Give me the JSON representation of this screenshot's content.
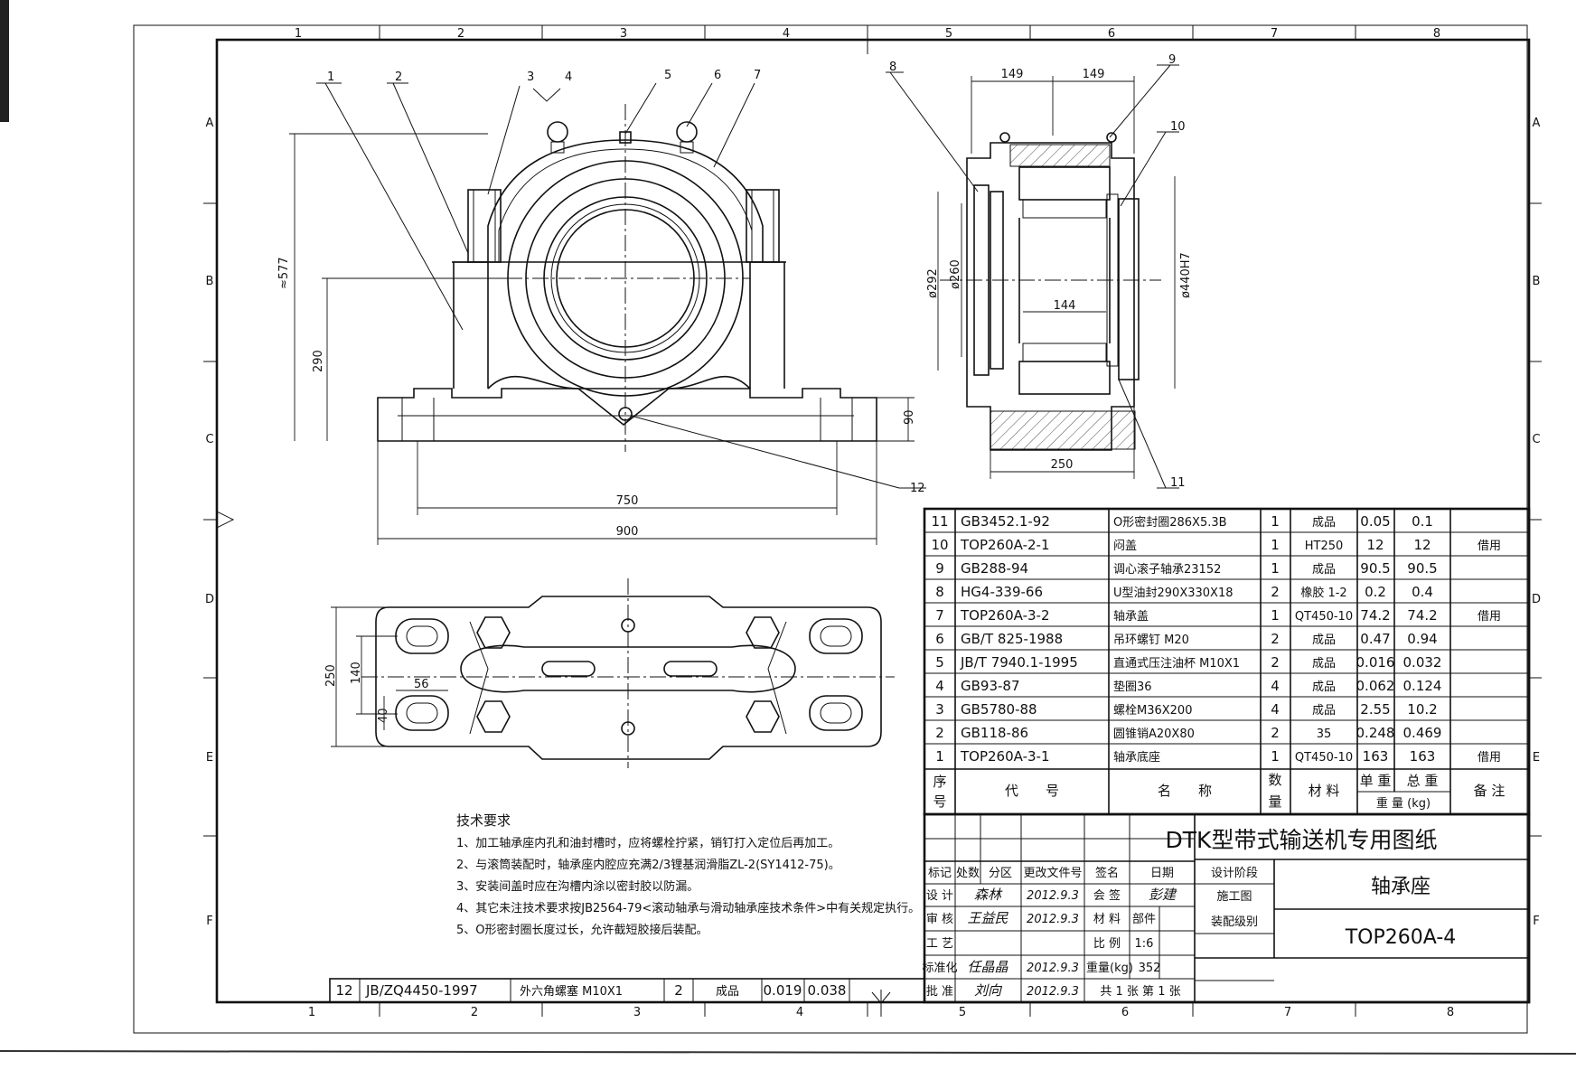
{
  "grid": {
    "top_cols": [
      "1",
      "2",
      "3",
      "4",
      "5",
      "6",
      "7",
      "8"
    ],
    "bottom_cols": [
      "1",
      "2",
      "3",
      "4",
      "5",
      "6",
      "7",
      "8"
    ],
    "rows": [
      "A",
      "B",
      "C",
      "D",
      "E",
      "F"
    ]
  },
  "front_view": {
    "callouts": [
      "1",
      "2",
      "3",
      "4",
      "5",
      "6",
      "7",
      "12"
    ],
    "dims": {
      "height_total": "≈577",
      "height_center": "290",
      "base_height": "90",
      "bolt_span": "750",
      "overall_length": "900"
    }
  },
  "side_view": {
    "callouts": [
      "8",
      "9",
      "10",
      "11"
    ],
    "dims": {
      "left_half": "149",
      "right_half": "149",
      "d292": "ø292",
      "d260": "ø260",
      "inner_width": "144",
      "bore": "ø440H7",
      "width": "250"
    }
  },
  "plan_view": {
    "dims": {
      "overall_width": "250",
      "bolt_spacing": "140",
      "slot_length": "56",
      "slot_width": "40"
    }
  },
  "tech_notes": {
    "title": "技术要求",
    "items": [
      "1、加工轴承座内孔和油封槽时，应将螺栓拧紧，销钉打入定位后再加工。",
      "2、与滚筒装配时，轴承座内腔应充满2/3锂基润滑脂ZL-2(SY1412-75)。",
      "3、安装间盖时应在沟槽内涂以密封胶以防漏。",
      "4、其它未注技术要求按JB2564-79<滚动轴承与滑动轴承座技术条件>中有关规定执行。",
      "5、O形密封圈长度过长，允许截短胶接后装配。"
    ]
  },
  "bom": {
    "rows": [
      {
        "no": "11",
        "code": "GB3452.1-92",
        "name": "O形密封圈286X5.3B",
        "qty": "1",
        "material": "成品",
        "unit": "0.05",
        "total": "0.1",
        "note": ""
      },
      {
        "no": "10",
        "code": "TOP260A-2-1",
        "name": "闷盖",
        "qty": "1",
        "material": "HT250",
        "unit": "12",
        "total": "12",
        "note": "借用"
      },
      {
        "no": "9",
        "code": "GB288-94",
        "name": "调心滚子轴承23152",
        "qty": "1",
        "material": "成品",
        "unit": "90.5",
        "total": "90.5",
        "note": ""
      },
      {
        "no": "8",
        "code": "HG4-339-66",
        "name": "U型油封290X330X18",
        "qty": "2",
        "material": "橡胶 1-2",
        "unit": "0.2",
        "total": "0.4",
        "note": ""
      },
      {
        "no": "7",
        "code": "TOP260A-3-2",
        "name": "轴承盖",
        "qty": "1",
        "material": "QT450-10",
        "unit": "74.2",
        "total": "74.2",
        "note": "借用"
      },
      {
        "no": "6",
        "code": "GB/T 825-1988",
        "name": "吊环螺钉 M20",
        "qty": "2",
        "material": "成品",
        "unit": "0.47",
        "total": "0.94",
        "note": ""
      },
      {
        "no": "5",
        "code": "JB/T 7940.1-1995",
        "name": "直通式压注油杯 M10X1",
        "qty": "2",
        "material": "成品",
        "unit": "0.016",
        "total": "0.032",
        "note": ""
      },
      {
        "no": "4",
        "code": "GB93-87",
        "name": "垫圈36",
        "qty": "4",
        "material": "成品",
        "unit": "0.062",
        "total": "0.124",
        "note": ""
      },
      {
        "no": "3",
        "code": "GB5780-88",
        "name": "螺栓M36X200",
        "qty": "4",
        "material": "成品",
        "unit": "2.55",
        "total": "10.2",
        "note": ""
      },
      {
        "no": "2",
        "code": "GB118-86",
        "name": "圆锥销A20X80",
        "qty": "2",
        "material": "35",
        "unit": "0.248",
        "total": "0.469",
        "note": ""
      },
      {
        "no": "1",
        "code": "TOP260A-3-1",
        "name": "轴承底座",
        "qty": "1",
        "material": "QT450-10",
        "unit": "163",
        "total": "163",
        "note": "借用"
      }
    ],
    "header": {
      "no_a": "序",
      "no_b": "号",
      "code": "代　　号",
      "name": "名　　称",
      "qty_a": "数",
      "qty_b": "量",
      "material": "材 料",
      "unit": "单 重",
      "total": "总 重",
      "weight": "重 量 (kg)",
      "note": "备 注"
    },
    "extra_row": {
      "no": "12",
      "code": "JB/ZQ4450-1997",
      "name": "外六角螺塞 M10X1",
      "qty": "2",
      "material": "成品",
      "unit": "0.019",
      "total": "0.038"
    }
  },
  "title_block": {
    "project": "DTK型带式输送机专用图纸",
    "part_name": "轴承座",
    "drawing_no": "TOP260A-4",
    "rev_headers": [
      "标记",
      "处数",
      "分区",
      "更改文件号",
      "签名",
      "日期"
    ],
    "roles": [
      "设 计",
      "审 核",
      "工 艺",
      "标准化",
      "批 准"
    ],
    "signatures": [
      "森林",
      "王益民",
      "",
      "任晶晶",
      "刘向"
    ],
    "dates": [
      "2012.9.3",
      "2012.9.3",
      "",
      "2012.9.3",
      "2012.9.3"
    ],
    "counter_sign": "会 签",
    "counter_name": "彭建",
    "material_label": "材 料",
    "material_value": "部件",
    "scale_label": "比 例",
    "scale_value": "1:6",
    "weight_label": "重量(kg)",
    "weight_value": "352",
    "sheets": "共 1 张  第 1 张",
    "stage_label": "设计阶段",
    "stage_value": "施工图",
    "assembly_label": "装配级别"
  }
}
